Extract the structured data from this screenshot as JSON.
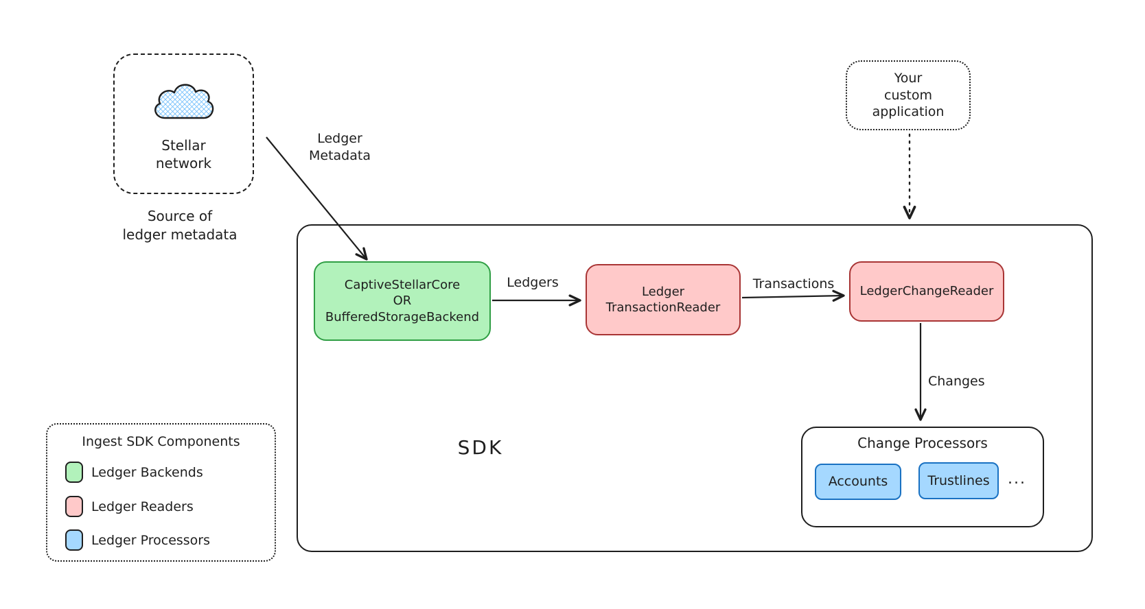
{
  "source": {
    "label": "Stellar\nnetwork",
    "caption": "Source of\nledger metadata"
  },
  "custom_app": {
    "label": "Your\ncustom\napplication"
  },
  "sdk": {
    "label": "SDK",
    "backend": {
      "label": "CaptiveStellarCore\nOR\nBufferedStorageBackend"
    },
    "transaction_reader": {
      "label": "Ledger\nTransactionReader"
    },
    "change_reader": {
      "label": "LedgerChangeReader"
    },
    "change_processors": {
      "title": "Change Processors",
      "items": [
        "Accounts",
        "Trustlines"
      ],
      "ellipsis": "..."
    }
  },
  "arrows": {
    "ledger_metadata": "Ledger\nMetadata",
    "ledgers": "Ledgers",
    "transactions": "Transactions",
    "changes": "Changes"
  },
  "legend": {
    "title": "Ingest SDK Components",
    "items": [
      {
        "label": "Ledger Backends",
        "color": "#b2f2bb"
      },
      {
        "label": "Ledger Readers",
        "color": "#ffc9c9"
      },
      {
        "label": "Ledger Processors",
        "color": "#a5d8ff"
      }
    ]
  },
  "colors": {
    "stroke": "#1e1e1e",
    "backend_fill": "#b2f2bb",
    "reader_fill": "#ffc9c9",
    "processor_fill": "#a5d8ff",
    "cloud_hatch": "#74c0fc"
  }
}
